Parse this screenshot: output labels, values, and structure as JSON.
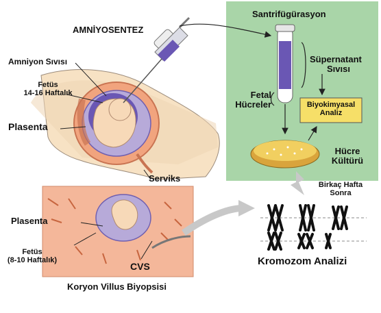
{
  "title": "AMNİYOSENTEZ",
  "amniocentesis": {
    "fluid_label": "Amniyon Sıvısı",
    "fetus_label_line1": "Fetüs",
    "fetus_label_line2": "14-16 Haftalık",
    "placenta_label": "Plasenta",
    "cervix_label": "Serviks"
  },
  "lab": {
    "centrifuge_label": "Santrifügürasyon",
    "supernatant_line1": "Süpernatant",
    "supernatant_line2": "Sıvısı",
    "fetal_cells_line1": "Fetal",
    "fetal_cells_line2": "Hücreler",
    "biochem_line1": "Biyokimyasal",
    "biochem_line2": "Analiz",
    "culture_line1": "Hücre",
    "culture_line2": "Kültürü"
  },
  "results": {
    "weeks_line1": "Birkaç Hafta",
    "weeks_line2": "Sonra",
    "karyotype_label": "Kromozom Analizi"
  },
  "cvs": {
    "placenta_label": "Plasenta",
    "fetus_line1": "Fetüs",
    "fetus_line2": "(8-10 Haftalık)",
    "cvs_label": "CVS",
    "caption": "Koryon Villus Biyopsisi"
  },
  "colors": {
    "lab_panel": "#a9d5a8",
    "biochem_box": "#f6df68",
    "fluid": "#5a4a9e",
    "amnion": "#b7aad9",
    "uterus": "#f1a47e",
    "skin": "#f7e2c4",
    "cvs_panel": "#f4b79a"
  }
}
